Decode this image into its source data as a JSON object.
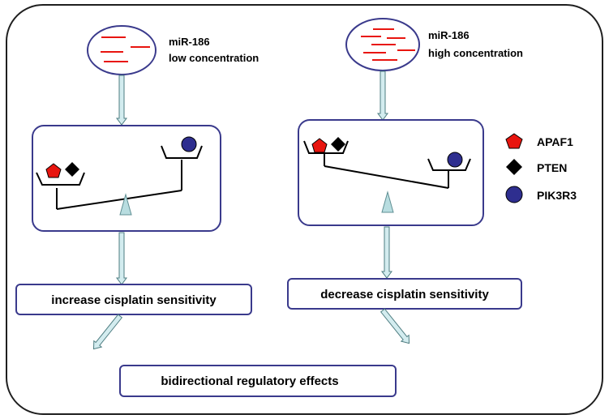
{
  "left_panel": {
    "label_line1": "miR-186",
    "label_line2": "low concentration",
    "outcome": "increase cisplatin sensitivity"
  },
  "right_panel": {
    "label_line1": "miR-186",
    "label_line2": "high concentration",
    "outcome": "decrease cisplatin sensitivity"
  },
  "legend": [
    {
      "label": "APAF1",
      "shape": "pentagon-icon",
      "color": "#e8150f"
    },
    {
      "label": "PTEN",
      "shape": "diamond-icon",
      "color": "#000000"
    },
    {
      "label": "PIK3R3",
      "shape": "circle-icon",
      "color": "#2e2e8f"
    }
  ],
  "conclusion": "bidirectional regulatory effects",
  "colors": {
    "frame": "#1f1f1f",
    "box_border": "#3a3a8c",
    "arrow_fill": "#d3ecef",
    "arrow_stroke": "#4d7c80",
    "fulcrum": "#b8dde0",
    "mirna_line": "#e8150f"
  }
}
